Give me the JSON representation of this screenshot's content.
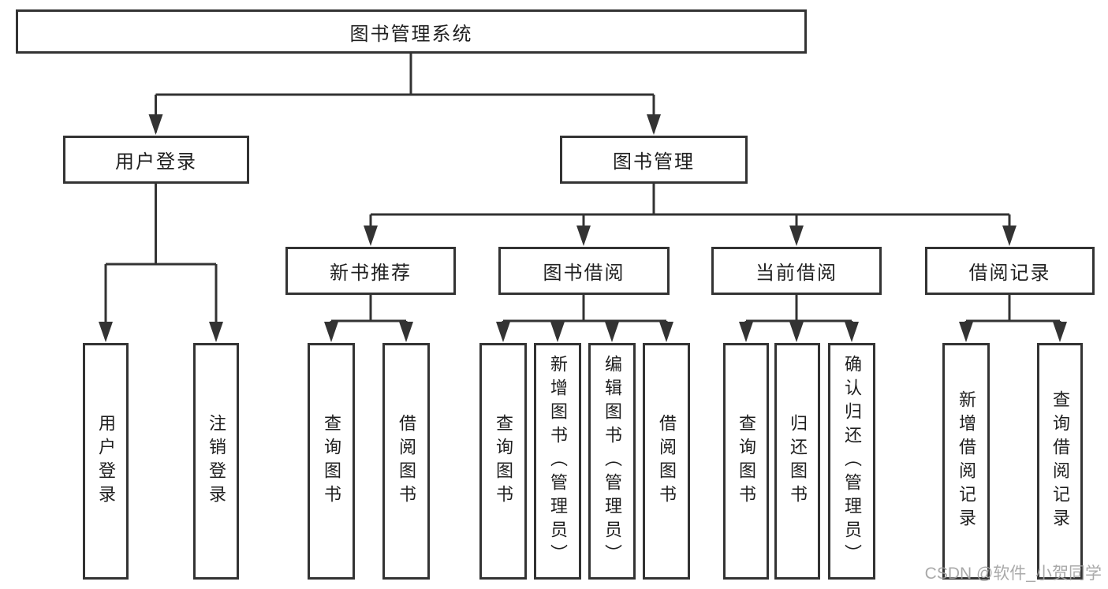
{
  "diagram_title": "图书管理系统",
  "tree": {
    "label": "图书管理系统",
    "children": [
      {
        "label": "用户登录",
        "children": [
          {
            "label": "用户登录"
          },
          {
            "label": "注销登录"
          }
        ]
      },
      {
        "label": "图书管理",
        "children": [
          {
            "label": "新书推荐",
            "children": [
              {
                "label": "查询图书"
              },
              {
                "label": "借阅图书"
              }
            ]
          },
          {
            "label": "图书借阅",
            "children": [
              {
                "label": "查询图书"
              },
              {
                "label": "新增图书（管理员）"
              },
              {
                "label": "编辑图书（管理员）"
              },
              {
                "label": "借阅图书"
              }
            ]
          },
          {
            "label": "当前借阅",
            "children": [
              {
                "label": "查询图书"
              },
              {
                "label": "归还图书"
              },
              {
                "label": "确认归还（管理员）"
              }
            ]
          },
          {
            "label": "借阅记录",
            "children": [
              {
                "label": "新增借阅记录"
              },
              {
                "label": "查询借阅记录"
              }
            ]
          }
        ]
      }
    ]
  },
  "watermark": "CSDN @软件_小贺同学",
  "colors": {
    "line": "#333333",
    "text": "#1f1f1f",
    "background": "#ffffff",
    "watermark": "#a0a0a0"
  }
}
